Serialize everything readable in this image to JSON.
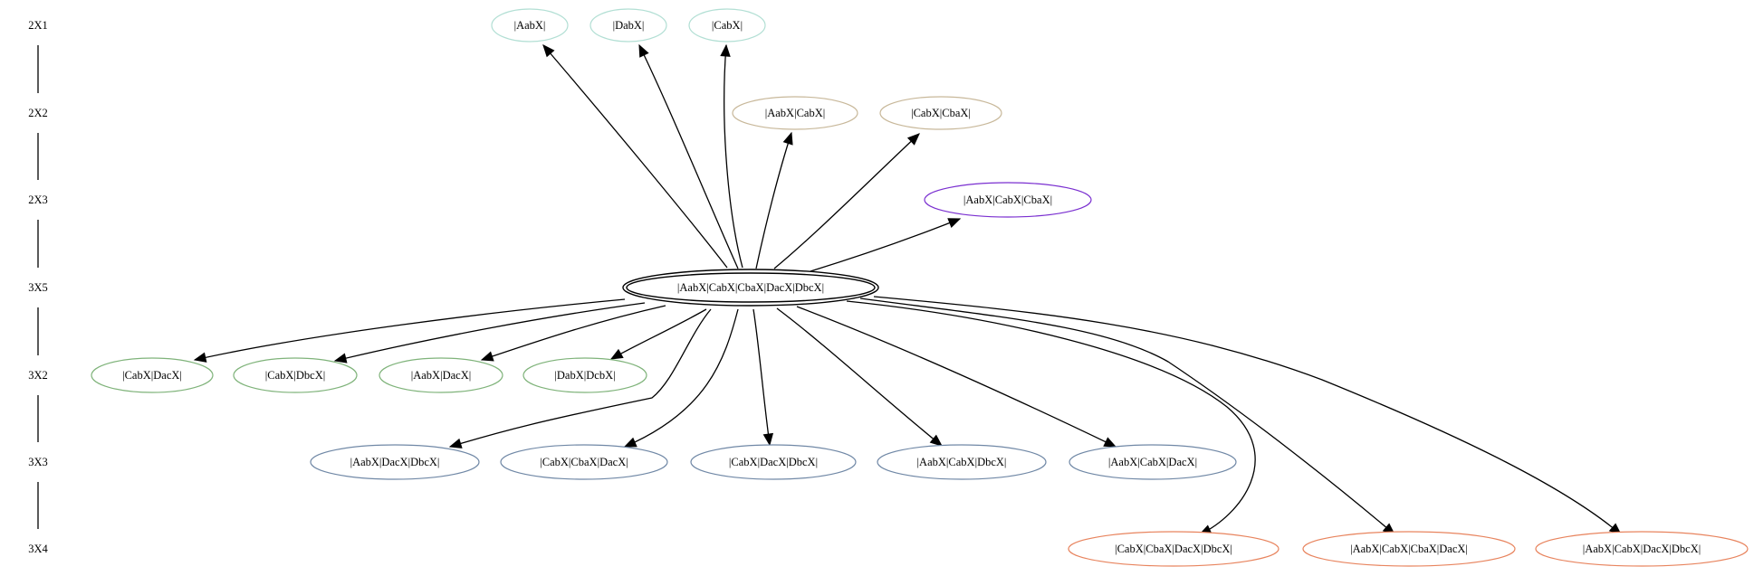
{
  "colors": {
    "level_2x1": "#b2dfd4",
    "level_2x2": "#c8b89a",
    "level_2x3": "#7a2fd0",
    "level_3x5": "#000000",
    "level_3x2": "#7fb37a",
    "level_3x3": "#7088a6",
    "level_3x4": "#e8845e",
    "edge": "#000000"
  },
  "levels": [
    "2X1",
    "2X2",
    "2X3",
    "3X5",
    "3X2",
    "3X3",
    "3X4"
  ],
  "nodes": [
    {
      "id": "n_aabx",
      "label": "|AabX|",
      "level": "2X1",
      "style": "level_2x1"
    },
    {
      "id": "n_dabx",
      "label": "|DabX|",
      "level": "2X1",
      "style": "level_2x1"
    },
    {
      "id": "n_cabx",
      "label": "|CabX|",
      "level": "2X1",
      "style": "level_2x1"
    },
    {
      "id": "n_aabx_cabx",
      "label": "|AabX|CabX|",
      "level": "2X2",
      "style": "level_2x2"
    },
    {
      "id": "n_cabx_cbax",
      "label": "|CabX|CbaX|",
      "level": "2X2",
      "style": "level_2x2"
    },
    {
      "id": "n_aabx_cabx_cbax",
      "label": "|AabX|CabX|CbaX|",
      "level": "2X3",
      "style": "level_2x3"
    },
    {
      "id": "n_root",
      "label": "|AabX|CabX|CbaX|DacX|DbcX|",
      "level": "3X5",
      "style": "level_3x5",
      "double": true
    },
    {
      "id": "n_cabx_dacx",
      "label": "|CabX|DacX|",
      "level": "3X2",
      "style": "level_3x2"
    },
    {
      "id": "n_cabx_dbcx",
      "label": "|CabX|DbcX|",
      "level": "3X2",
      "style": "level_3x2"
    },
    {
      "id": "n_aabx_dacx",
      "label": "|AabX|DacX|",
      "level": "3X2",
      "style": "level_3x2"
    },
    {
      "id": "n_dabx_dcbx",
      "label": "|DabX|DcbX|",
      "level": "3X2",
      "style": "level_3x2"
    },
    {
      "id": "n_aabx_dacx_dbcx",
      "label": "|AabX|DacX|DbcX|",
      "level": "3X3",
      "style": "level_3x3"
    },
    {
      "id": "n_cabx_cbax_dacx",
      "label": "|CabX|CbaX|DacX|",
      "level": "3X3",
      "style": "level_3x3"
    },
    {
      "id": "n_cabx_dacx_dbcx",
      "label": "|CabX|DacX|DbcX|",
      "level": "3X3",
      "style": "level_3x3"
    },
    {
      "id": "n_aabx_cabx_dbcx",
      "label": "|AabX|CabX|DbcX|",
      "level": "3X3",
      "style": "level_3x3"
    },
    {
      "id": "n_aabx_cabx_dacx",
      "label": "|AabX|CabX|DacX|",
      "level": "3X3",
      "style": "level_3x3"
    },
    {
      "id": "n_cabx_cbax_dacx_dbcx",
      "label": "|CabX|CbaX|DacX|DbcX|",
      "level": "3X4",
      "style": "level_3x4"
    },
    {
      "id": "n_aabx_cabx_cbax_dacx",
      "label": "|AabX|CabX|CbaX|DacX|",
      "level": "3X4",
      "style": "level_3x4"
    },
    {
      "id": "n_aabx_cabx_dacx_dbcx",
      "label": "|AabX|CabX|DacX|DbcX|",
      "level": "3X4",
      "style": "level_3x4"
    }
  ],
  "edges": [
    {
      "from": "n_root",
      "to": "n_aabx"
    },
    {
      "from": "n_root",
      "to": "n_dabx"
    },
    {
      "from": "n_root",
      "to": "n_cabx"
    },
    {
      "from": "n_root",
      "to": "n_aabx_cabx"
    },
    {
      "from": "n_root",
      "to": "n_cabx_cbax"
    },
    {
      "from": "n_root",
      "to": "n_aabx_cabx_cbax"
    },
    {
      "from": "n_root",
      "to": "n_cabx_dacx"
    },
    {
      "from": "n_root",
      "to": "n_cabx_dbcx"
    },
    {
      "from": "n_root",
      "to": "n_aabx_dacx"
    },
    {
      "from": "n_root",
      "to": "n_dabx_dcbx"
    },
    {
      "from": "n_root",
      "to": "n_aabx_dacx_dbcx"
    },
    {
      "from": "n_root",
      "to": "n_cabx_cbax_dacx"
    },
    {
      "from": "n_root",
      "to": "n_cabx_dacx_dbcx"
    },
    {
      "from": "n_root",
      "to": "n_aabx_cabx_dbcx"
    },
    {
      "from": "n_root",
      "to": "n_aabx_cabx_dacx"
    },
    {
      "from": "n_root",
      "to": "n_cabx_cbax_dacx_dbcx"
    },
    {
      "from": "n_root",
      "to": "n_aabx_cabx_cbax_dacx"
    },
    {
      "from": "n_root",
      "to": "n_aabx_cabx_dacx_dbcx"
    }
  ]
}
